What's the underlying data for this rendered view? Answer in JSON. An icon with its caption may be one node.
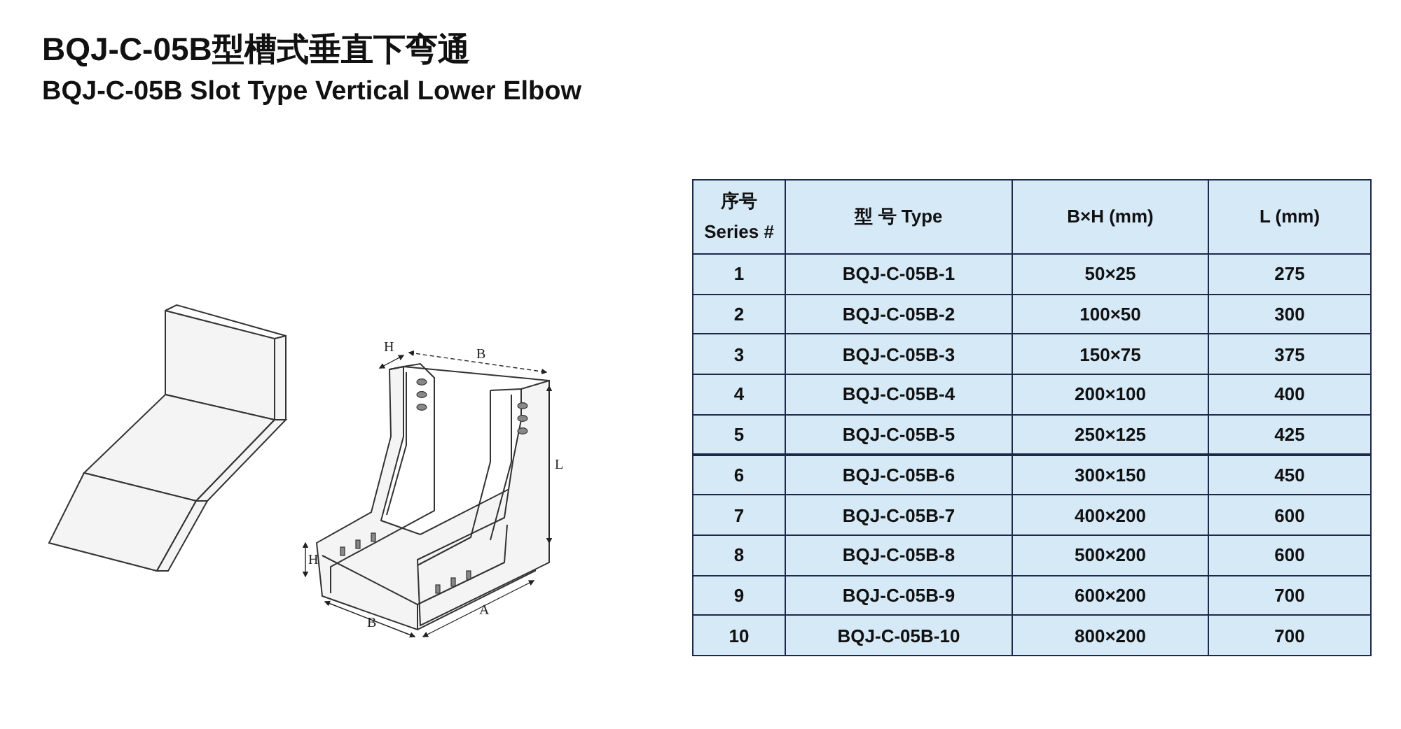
{
  "diagram": {
    "title": "BQJ-C-05B型槽式垂直下弯通",
    "labels": [
      "BQJ-C-05B Slot Type Vertical Lower Elbow",
      "H",
      "B",
      "L",
      "H",
      "B",
      "A",
      "序号 Series #",
      "型 号 Type",
      "B×H (mm)",
      "L (mm)",
      "1",
      "BQJ-C-05B-1",
      "50×25",
      "275",
      "2",
      "BQJ-C-05B-2",
      "100×50",
      "300",
      "3",
      "BQJ-C-05B-3",
      "150×75",
      "375",
      "4",
      "BQJ-C-05B-4",
      "200×100",
      "400",
      "5",
      "BQJ-C-05B-5",
      "250×125",
      "425",
      "6",
      "BQJ-C-05B-6",
      "300×150",
      "450",
      "7",
      "BQJ-C-05B-7",
      "400×200",
      "600",
      "8",
      "BQJ-C-05B-8",
      "500×200",
      "600",
      "9",
      "BQJ-C-05B-9",
      "600×200",
      "700",
      "10",
      "BQJ-C-05B-10",
      "800×200",
      "700"
    ]
  }
}
